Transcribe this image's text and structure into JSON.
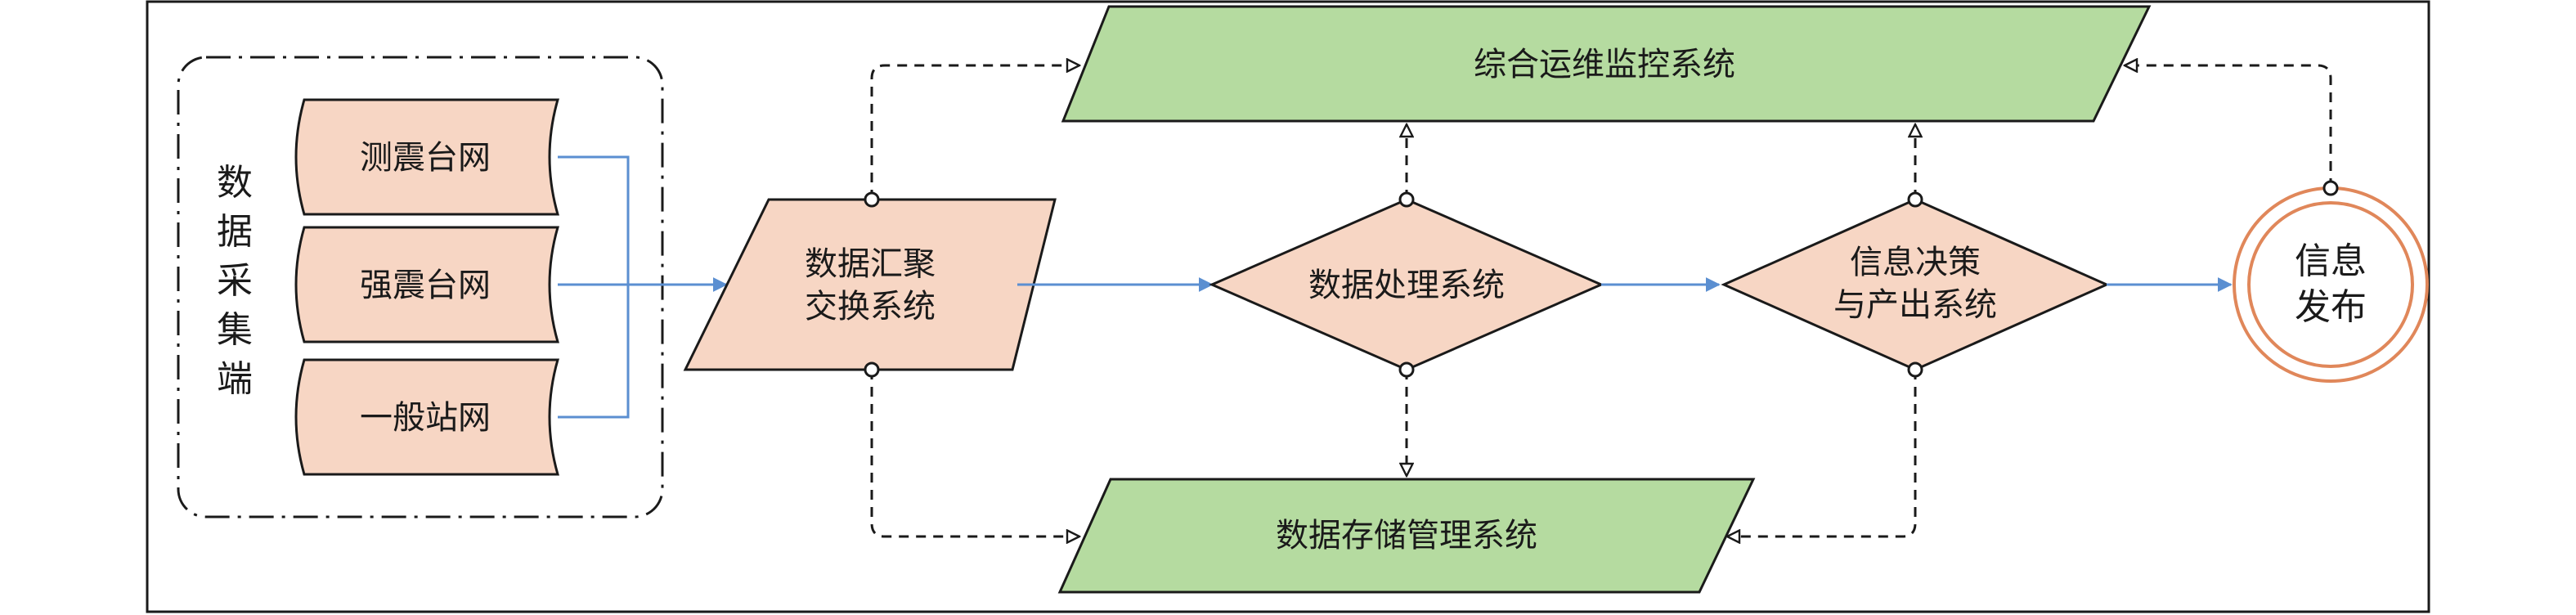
{
  "collector": {
    "title_chars": [
      "数",
      "据",
      "采",
      "集",
      "端"
    ],
    "networks": [
      "测震台网",
      "强震台网",
      "一般站网"
    ]
  },
  "nodes": {
    "aggregate": {
      "line1": "数据汇聚",
      "line2": "交换系统"
    },
    "processing": "数据处理系统",
    "decision": {
      "line1": "信息决策",
      "line2": "与产出系统"
    },
    "publish": {
      "line1": "信息",
      "line2": "发布"
    },
    "monitor": "综合运维监控系统",
    "storage": "数据存储管理系统"
  },
  "colors": {
    "peach_fill": "#f7d6c4",
    "green_fill": "#b5dba0",
    "circle_stroke": "#e0875a",
    "flow_arrow": "#5b8fd1",
    "line": "#1a1a1a"
  }
}
